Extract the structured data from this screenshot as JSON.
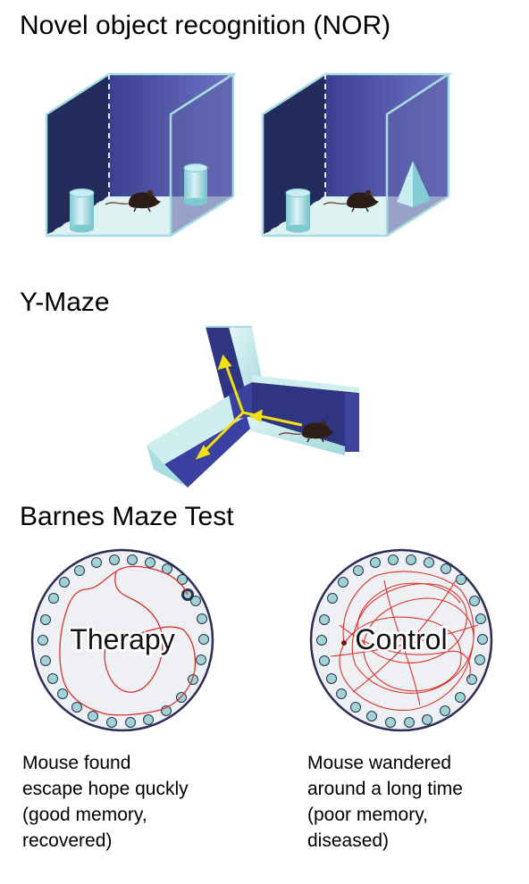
{
  "sections": {
    "nor": {
      "title": "Novel object recognition (NOR)"
    },
    "ymaze": {
      "title": "Y-Maze"
    },
    "barnes": {
      "title": "Barnes Maze Test"
    }
  },
  "plates": {
    "therapy": {
      "label": "Therapy",
      "caption": [
        "Mouse found",
        "escape hope quckly",
        "(good memory,",
        "recovered)"
      ]
    },
    "control": {
      "label": "Control",
      "caption": [
        "Mouse wandered",
        "around a long time",
        "(poor memory,",
        "diseased)"
      ]
    }
  },
  "colors": {
    "box_dark": "#232a5c",
    "box_mid": "#4a4d97",
    "box_side": "#5c5fa6",
    "floor": "#dff2f2",
    "edge": "#a6dbe0",
    "cylinder": "#9fdde3",
    "arrow": "#f2e10f",
    "path": "#d9322c",
    "plate_fill": "#eef0f3",
    "plate_rim": "#2b2f55",
    "hole": "#9fd4d2"
  }
}
